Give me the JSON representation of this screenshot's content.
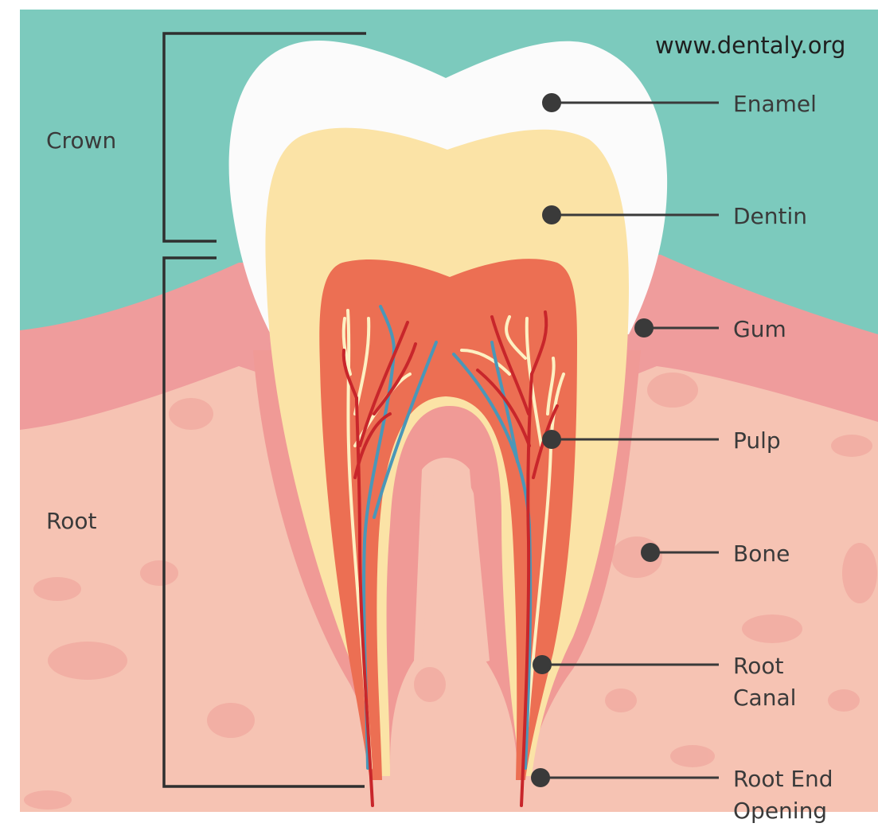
{
  "watermark": "www.dentaly.org",
  "sections": {
    "crown": "Crown",
    "root": "Root"
  },
  "labels": {
    "enamel": "Enamel",
    "dentin": "Dentin",
    "gum": "Gum",
    "pulp": "Pulp",
    "bone": "Bone",
    "root_canal_1": "Root",
    "root_canal_2": "Canal",
    "root_end_1": "Root End",
    "root_end_2": "Opening"
  },
  "colors": {
    "background_teal": "#7ccabd",
    "gum": "#ef9c9c",
    "bone": "#f6c3b3",
    "enamel": "#fbfbfb",
    "dentin": "#fbe3a6",
    "pulp": "#ec6f53",
    "nerve": "#fdf0c2",
    "artery": "#c8262b",
    "vein": "#4a97b8",
    "pointer": "#3a3a3a"
  }
}
